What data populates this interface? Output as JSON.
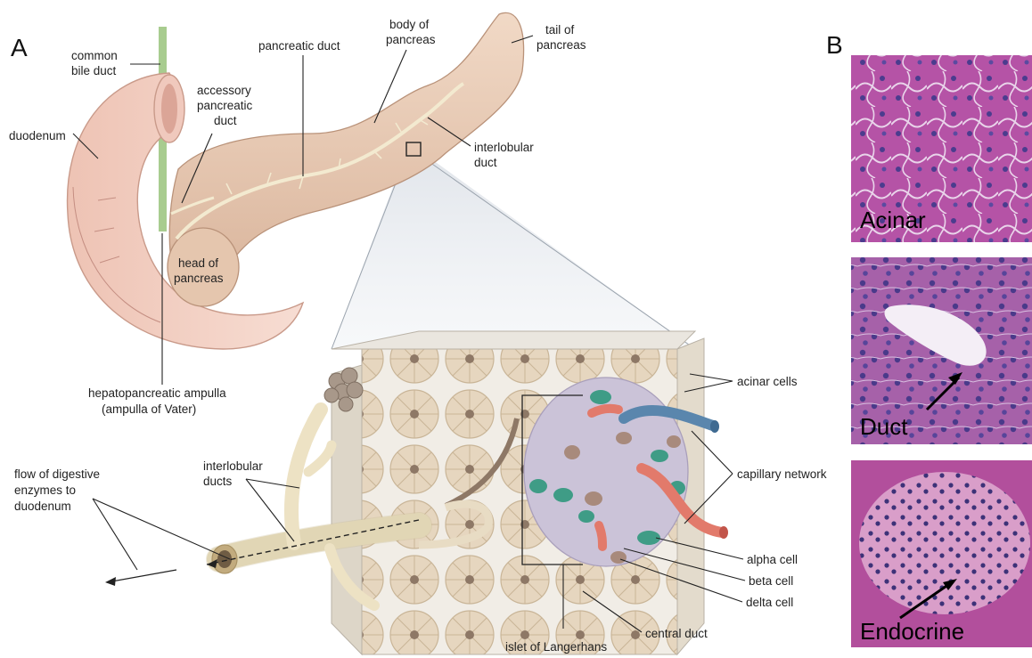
{
  "panel_a": {
    "letter": "A",
    "labels": {
      "common_bile_duct": [
        "common",
        "bile duct"
      ],
      "duodenum": "duodenum",
      "accessory_pancreatic_duct": [
        "accessory",
        "pancreatic",
        "duct"
      ],
      "pancreatic_duct": "pancreatic duct",
      "body_of_pancreas": [
        "body of",
        "pancreas"
      ],
      "tail_of_pancreas": [
        "tail of",
        "pancreas"
      ],
      "interlobular_duct": [
        "interlobular",
        "duct"
      ],
      "head_of_pancreas": [
        "head of",
        "pancreas"
      ],
      "hepatopancreatic_ampulla": [
        "hepatopancreatic ampulla",
        "(ampulla of Vater)"
      ],
      "acinar_cells": "acinar cells",
      "capillary_network": "capillary network",
      "alpha_cell": "alpha cell",
      "beta_cell": "beta cell",
      "delta_cell": "delta cell",
      "central_duct": "central duct",
      "islet_of_langerhans": "islet of Langerhans",
      "interlobular_ducts": [
        "interlobular",
        "ducts"
      ],
      "flow_of_digestive_enzymes": [
        "flow of digestive",
        "enzymes to",
        "duodenum"
      ]
    }
  },
  "panel_b": {
    "letter": "B",
    "micrographs": [
      "Acinar",
      "Duct",
      "Endocrine"
    ]
  }
}
